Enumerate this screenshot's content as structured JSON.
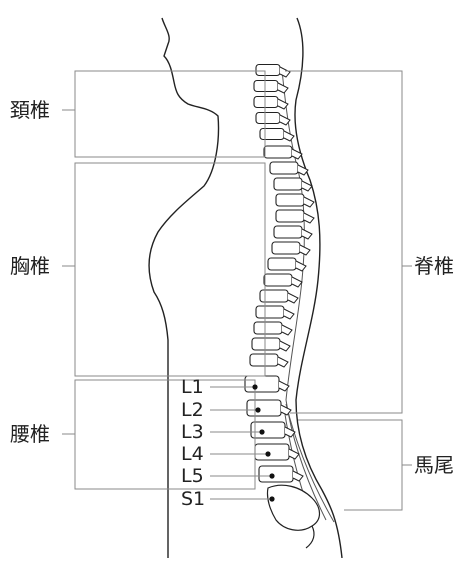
{
  "regions": {
    "cervical": "頚椎",
    "thoracic": "胸椎",
    "lumbar": "腰椎",
    "spine": "脊椎",
    "cauda": "馬尾"
  },
  "vertebrae": [
    "L1",
    "L2",
    "L3",
    "L4",
    "L5",
    "S1"
  ],
  "colors": {
    "line": "#222222",
    "bracket": "#8a8a8a",
    "background": "#ffffff"
  }
}
